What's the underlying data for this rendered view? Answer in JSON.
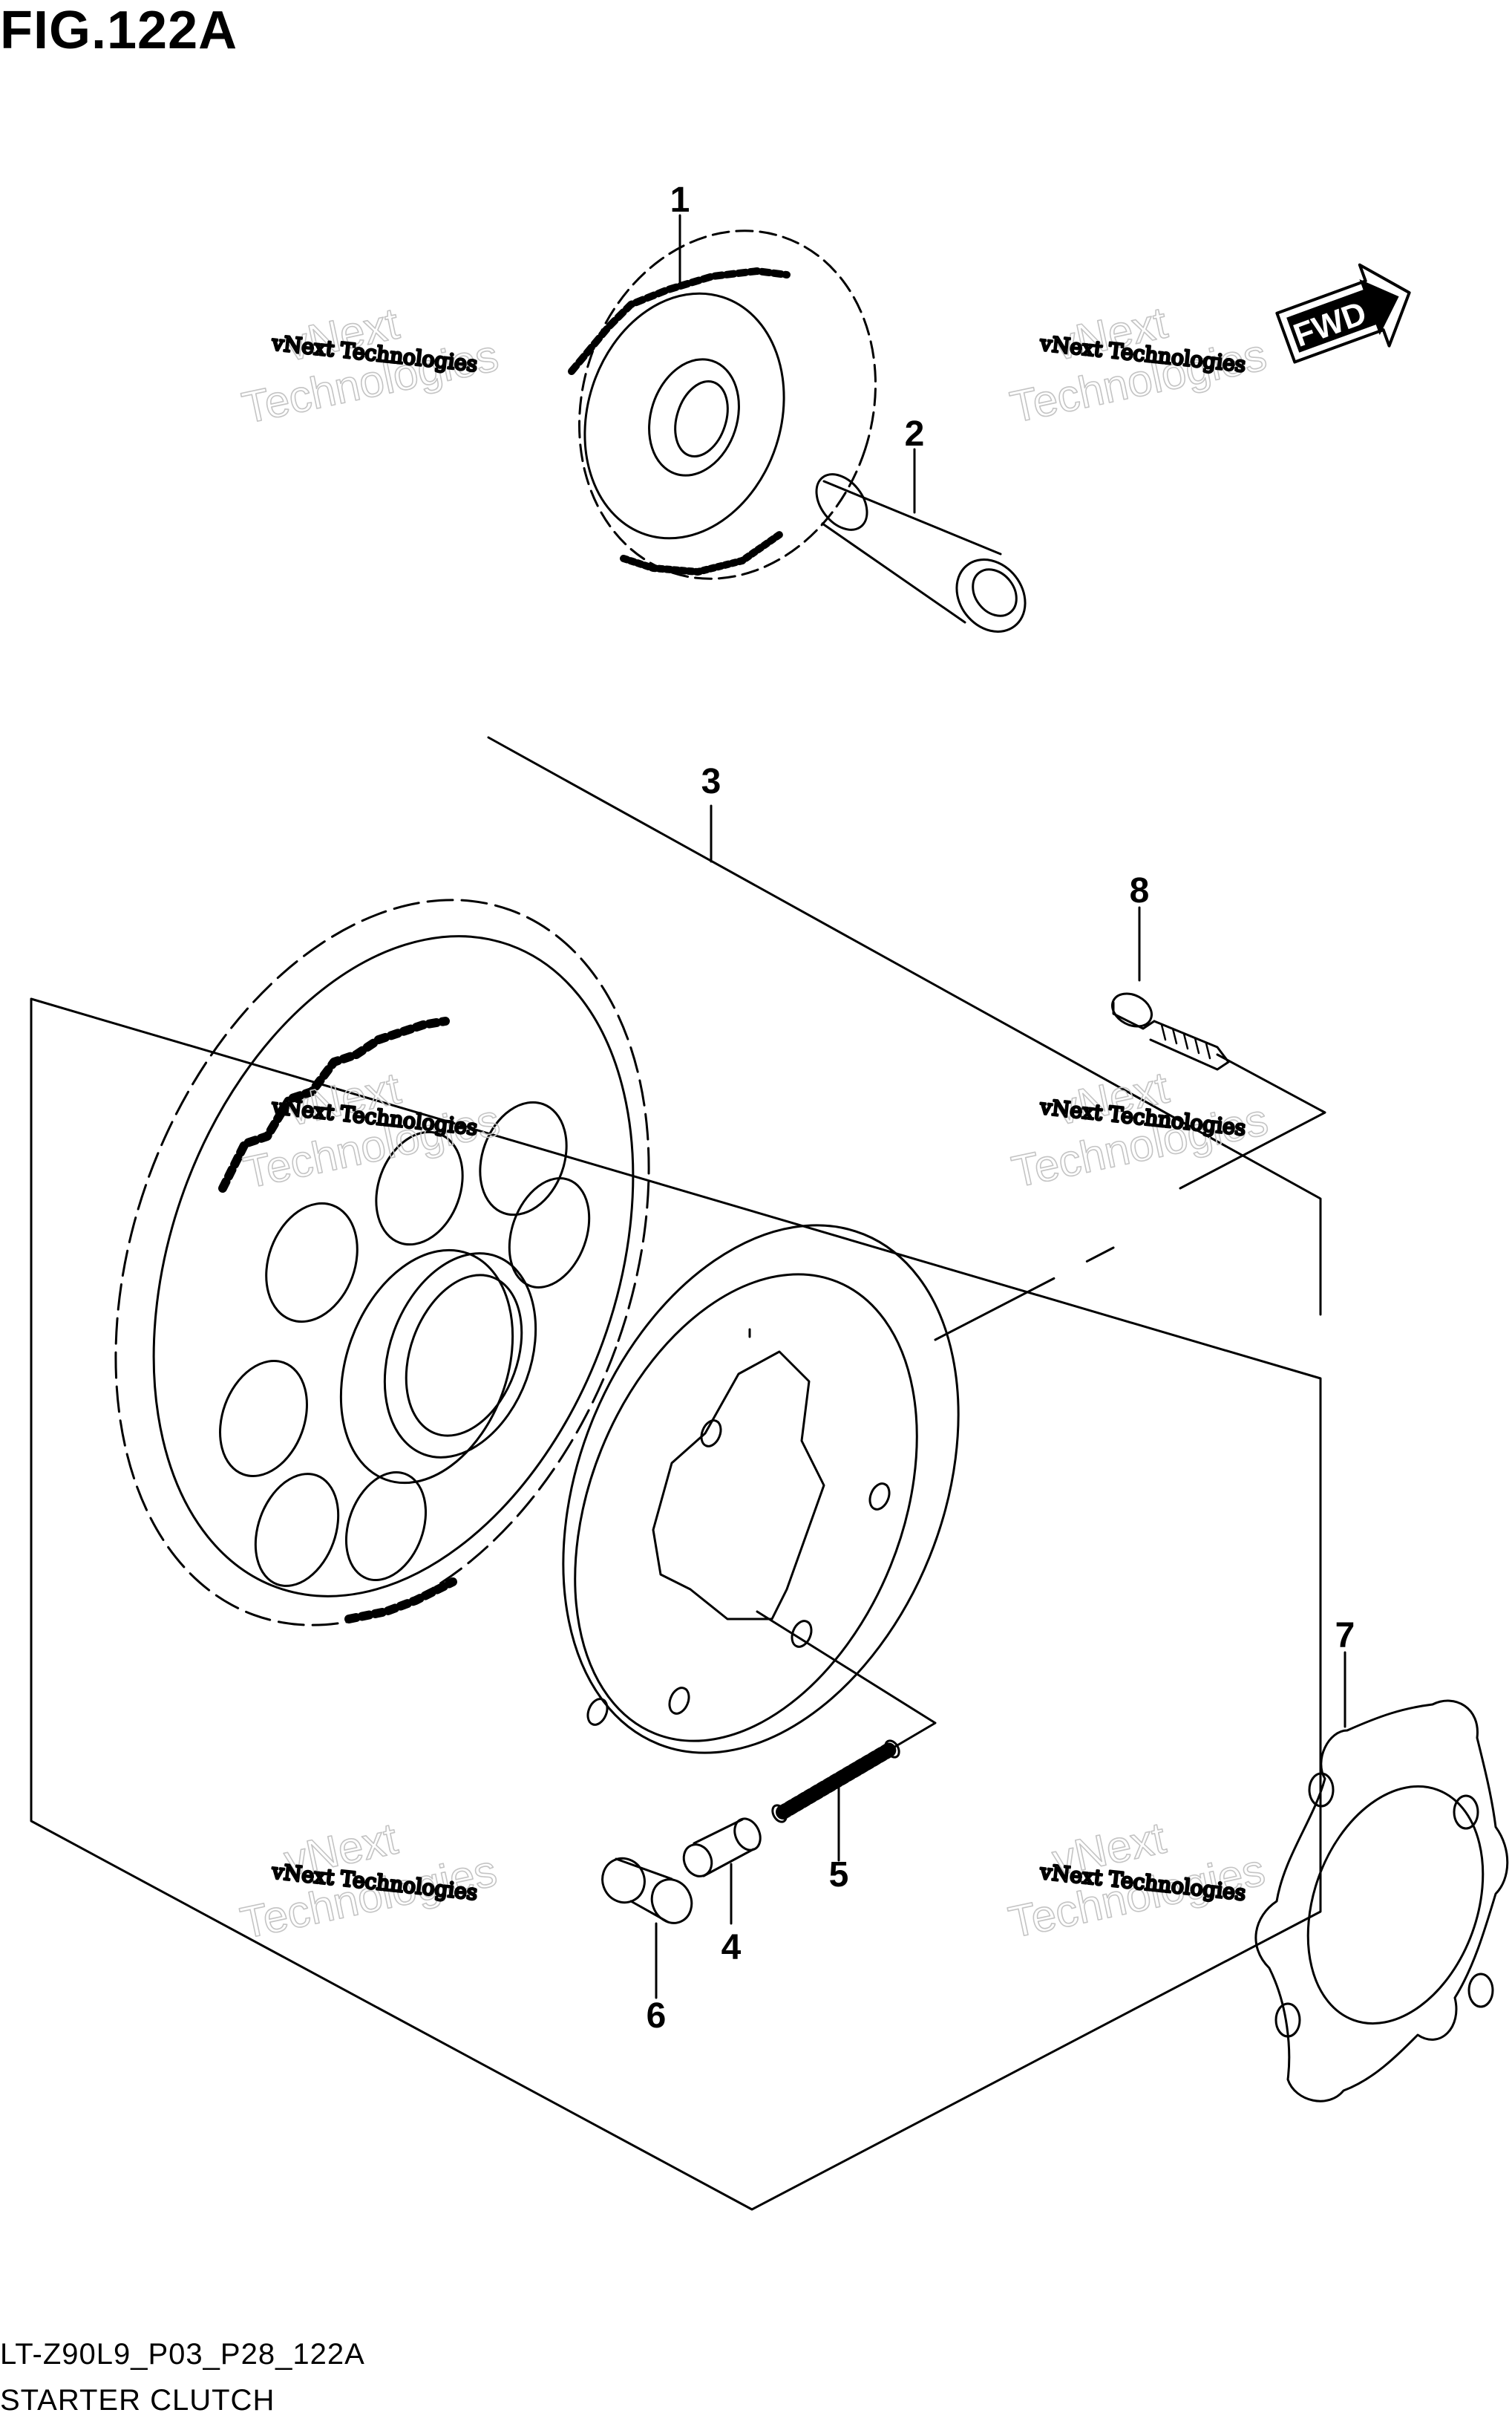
{
  "figure": {
    "title": "FIG.122A",
    "diagram_code": "LT-Z90L9_P03_P28_122A",
    "caption": "STARTER CLUTCH",
    "direction_badge": "FWD"
  },
  "callouts": [
    "1",
    "2",
    "3",
    "4",
    "5",
    "6",
    "7",
    "8"
  ],
  "watermark": {
    "small": "vNext Technologies",
    "large_top": "vNext",
    "large_bottom": "Technologies"
  },
  "colors": {
    "line": "#000000",
    "watermark": "#c4c4c4",
    "background": "#ffffff"
  }
}
